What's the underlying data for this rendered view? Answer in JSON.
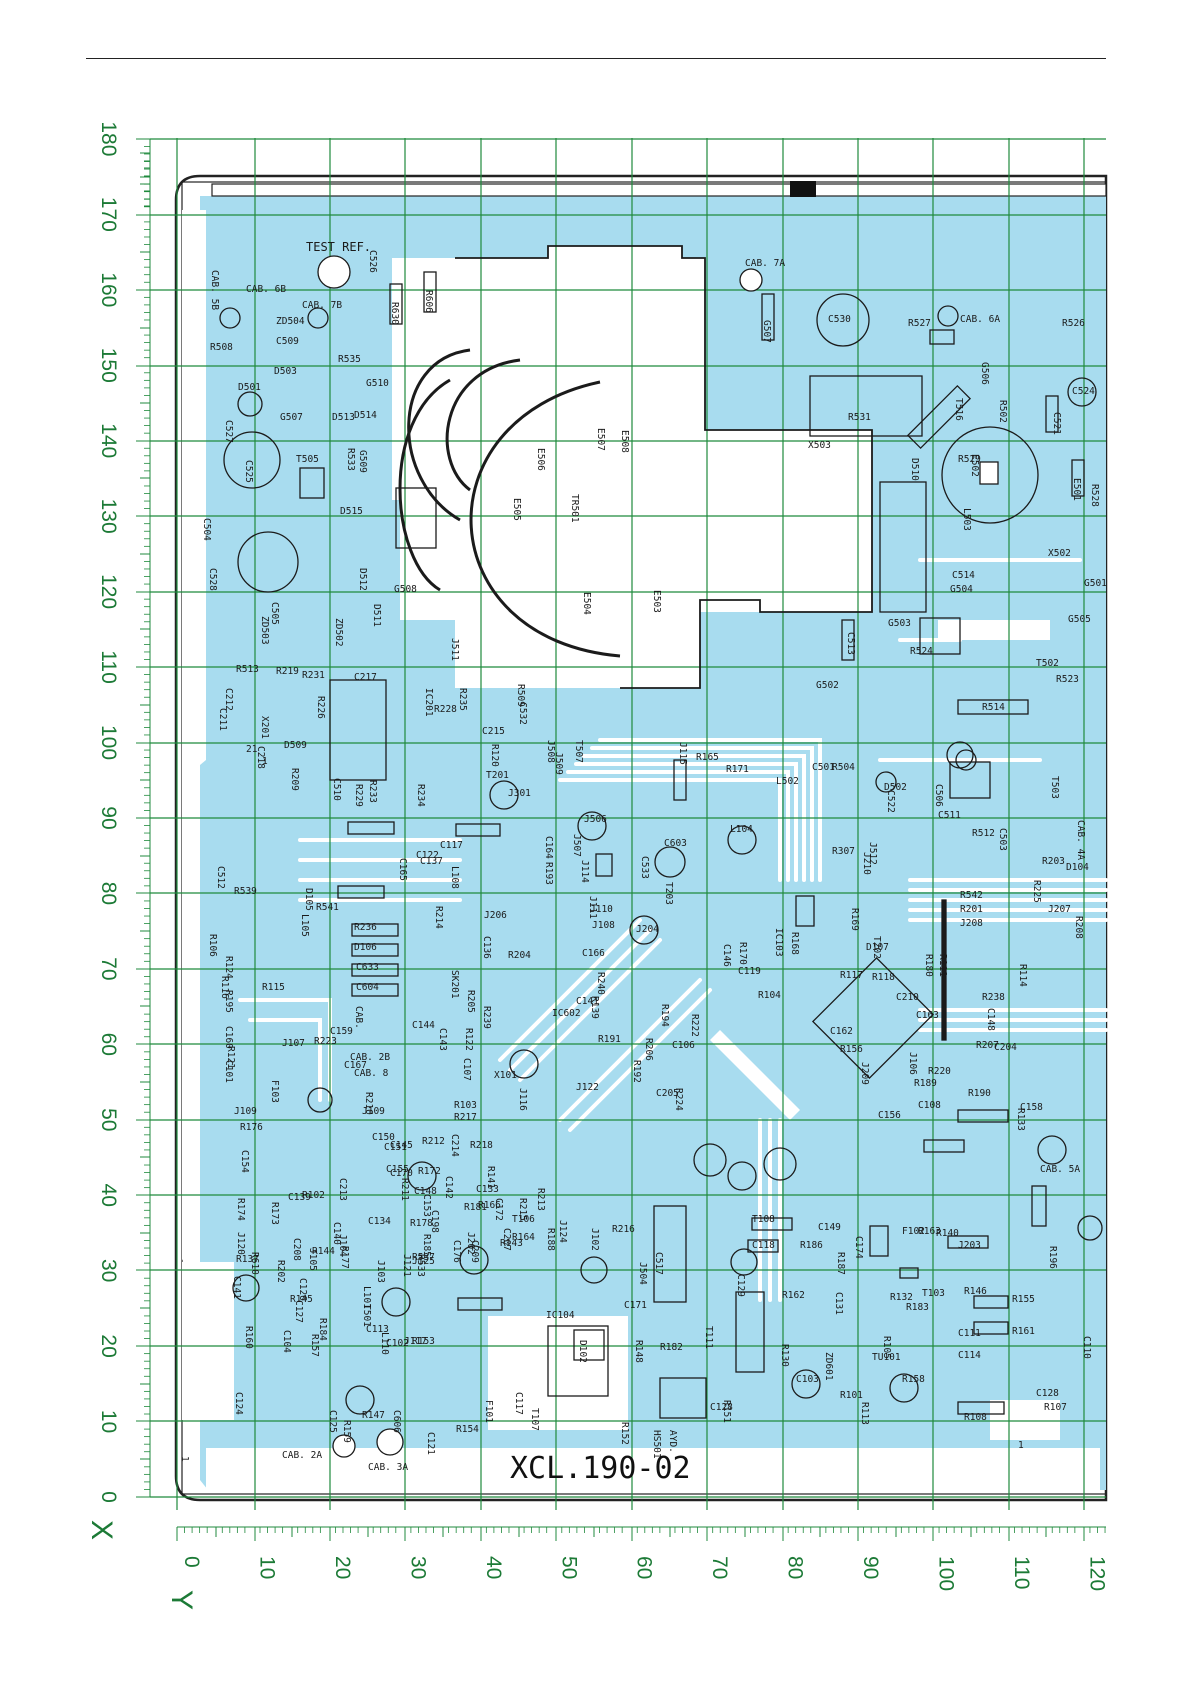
{
  "axes": {
    "x_label": "X",
    "y_label": "Y",
    "x_ticks": [
      "0",
      "10",
      "20",
      "30",
      "40",
      "50",
      "60",
      "70",
      "80",
      "90",
      "100",
      "110",
      "120",
      "130",
      "140",
      "150",
      "160",
      "170",
      "180"
    ],
    "y_ticks": [
      "0",
      "10",
      "20",
      "30",
      "40",
      "50",
      "60",
      "70",
      "80",
      "90",
      "100",
      "110",
      "120"
    ]
  },
  "board": {
    "code": "XCL.190-02",
    "test_ref": "TEST REF.",
    "colors": {
      "copper": "#a8dcef",
      "grid": "#1f8a3c",
      "outline": "#222222",
      "paper": "#ffffff"
    }
  },
  "labels": [
    {
      "t": "CAB. 5B"
    },
    {
      "t": "CAB. 6B"
    },
    {
      "t": "CAB. 7B"
    },
    {
      "t": "CAB. 7A"
    },
    {
      "t": "CAB. 6A"
    },
    {
      "t": "CAB. 2A"
    },
    {
      "t": "CAB. 3A"
    },
    {
      "t": "CAB. 5A"
    },
    {
      "t": "CAB. 4A"
    },
    {
      "t": "CAB. 2B"
    },
    {
      "t": "CAB. 8"
    },
    {
      "t": "CAB."
    },
    {
      "t": "C526"
    },
    {
      "t": "R630"
    },
    {
      "t": "R606"
    },
    {
      "t": "R508"
    },
    {
      "t": "ZD504"
    },
    {
      "t": "C509"
    },
    {
      "t": "D503"
    },
    {
      "t": "R535"
    },
    {
      "t": "G510"
    },
    {
      "t": "D501"
    },
    {
      "t": "G507"
    },
    {
      "t": "D513"
    },
    {
      "t": "D514"
    },
    {
      "t": "C527"
    },
    {
      "t": "C525"
    },
    {
      "t": "T505"
    },
    {
      "t": "R533"
    },
    {
      "t": "G509"
    },
    {
      "t": "D515"
    },
    {
      "t": "C504"
    },
    {
      "t": "C528"
    },
    {
      "t": "D512"
    },
    {
      "t": "G508"
    },
    {
      "t": "C505"
    },
    {
      "t": "ZD502"
    },
    {
      "t": "ZD503"
    },
    {
      "t": "D511"
    },
    {
      "t": "J511"
    },
    {
      "t": "E506"
    },
    {
      "t": "E507"
    },
    {
      "t": "E508"
    },
    {
      "t": "E505"
    },
    {
      "t": "TR501"
    },
    {
      "t": "E504"
    },
    {
      "t": "E503"
    },
    {
      "t": "C530"
    },
    {
      "t": "R527"
    },
    {
      "t": "G507"
    },
    {
      "t": "R531"
    },
    {
      "t": "X503"
    },
    {
      "t": "G506"
    },
    {
      "t": "T516"
    },
    {
      "t": "R502"
    },
    {
      "t": "R526"
    },
    {
      "t": "C524"
    },
    {
      "t": "C521"
    },
    {
      "t": "R529"
    },
    {
      "t": "E502"
    },
    {
      "t": "L503"
    },
    {
      "t": "E501"
    },
    {
      "t": "R528"
    },
    {
      "t": "D510"
    },
    {
      "t": "X502"
    },
    {
      "t": "C514"
    },
    {
      "t": "G504"
    },
    {
      "t": "G501"
    },
    {
      "t": "G503"
    },
    {
      "t": "G505"
    },
    {
      "t": "C513"
    },
    {
      "t": "R524"
    },
    {
      "t": "T502"
    },
    {
      "t": "G502"
    },
    {
      "t": "R523"
    },
    {
      "t": "R514"
    },
    {
      "t": "R513"
    },
    {
      "t": "R219"
    },
    {
      "t": "R231"
    },
    {
      "t": "C212"
    },
    {
      "t": "C211"
    },
    {
      "t": "X201"
    },
    {
      "t": "C218"
    },
    {
      "t": "R226"
    },
    {
      "t": "C217"
    },
    {
      "t": "IC201"
    },
    {
      "t": "R228"
    },
    {
      "t": "R235"
    },
    {
      "t": "R509"
    },
    {
      "t": "C532"
    },
    {
      "t": "D509"
    },
    {
      "t": "R209"
    },
    {
      "t": "C215"
    },
    {
      "t": "R120"
    },
    {
      "t": "T507"
    },
    {
      "t": "J508"
    },
    {
      "t": "J509"
    },
    {
      "t": "J115"
    },
    {
      "t": "R165"
    },
    {
      "t": "R171"
    },
    {
      "t": "C501"
    },
    {
      "t": "R504"
    },
    {
      "t": "D502"
    },
    {
      "t": "C506"
    },
    {
      "t": "T503"
    },
    {
      "t": "L502"
    },
    {
      "t": "C522"
    },
    {
      "t": "C511"
    },
    {
      "t": "R512"
    },
    {
      "t": "C503"
    },
    {
      "t": "C510"
    },
    {
      "t": "R229"
    },
    {
      "t": "R233"
    },
    {
      "t": "R234"
    },
    {
      "t": "T201"
    },
    {
      "t": "J301"
    },
    {
      "t": "C164"
    },
    {
      "t": "J506"
    },
    {
      "t": "J507"
    },
    {
      "t": "L104"
    },
    {
      "t": "R307"
    },
    {
      "t": "J210"
    },
    {
      "t": "J512"
    },
    {
      "t": "R203"
    },
    {
      "t": "R225"
    },
    {
      "t": "D104"
    },
    {
      "t": "C512"
    },
    {
      "t": "C117"
    },
    {
      "t": "C137"
    },
    {
      "t": "L108"
    },
    {
      "t": "R193"
    },
    {
      "t": "J114"
    },
    {
      "t": "C533"
    },
    {
      "t": "C603"
    },
    {
      "t": "R542"
    },
    {
      "t": "R201"
    },
    {
      "t": "J208"
    },
    {
      "t": "J207"
    },
    {
      "t": "R539"
    },
    {
      "t": "D105"
    },
    {
      "t": "L105"
    },
    {
      "t": "C122"
    },
    {
      "t": "C165"
    },
    {
      "t": "J111"
    },
    {
      "t": "J110"
    },
    {
      "t": "J108"
    },
    {
      "t": "R541"
    },
    {
      "t": "R214"
    },
    {
      "t": "R236"
    },
    {
      "t": "J206"
    },
    {
      "t": "J204"
    },
    {
      "t": "T203"
    },
    {
      "t": "R170"
    },
    {
      "t": "R168"
    },
    {
      "t": "R169"
    },
    {
      "t": "R208"
    },
    {
      "t": "R106"
    },
    {
      "t": "R124"
    },
    {
      "t": "D106"
    },
    {
      "t": "C136"
    },
    {
      "t": "C166"
    },
    {
      "t": "C146"
    },
    {
      "t": "IC103"
    },
    {
      "t": "T202"
    },
    {
      "t": "R114"
    },
    {
      "t": "R116"
    },
    {
      "t": "C633"
    },
    {
      "t": "SK201"
    },
    {
      "t": "R204"
    },
    {
      "t": "R240"
    },
    {
      "t": "D107"
    },
    {
      "t": "R180"
    },
    {
      "t": "R111"
    },
    {
      "t": "C119"
    },
    {
      "t": "R117"
    },
    {
      "t": "R195"
    },
    {
      "t": "R115"
    },
    {
      "t": "C604"
    },
    {
      "t": "R205"
    },
    {
      "t": "R239"
    },
    {
      "t": "C141"
    },
    {
      "t": "R139"
    },
    {
      "t": "R194"
    },
    {
      "t": "R104"
    },
    {
      "t": "R118"
    },
    {
      "t": "C210"
    },
    {
      "t": "R238"
    },
    {
      "t": "C160"
    },
    {
      "t": "C159"
    },
    {
      "t": "C144"
    },
    {
      "t": "C143"
    },
    {
      "t": "R122"
    },
    {
      "t": "IC602"
    },
    {
      "t": "R206"
    },
    {
      "t": "R222"
    },
    {
      "t": "C162"
    },
    {
      "t": "C163"
    },
    {
      "t": "C148"
    },
    {
      "t": "R121"
    },
    {
      "t": "J107"
    },
    {
      "t": "R223"
    },
    {
      "t": "R191"
    },
    {
      "t": "R192"
    },
    {
      "t": "C106"
    },
    {
      "t": "R156"
    },
    {
      "t": "J106"
    },
    {
      "t": "R207"
    },
    {
      "t": "R220"
    },
    {
      "t": "C204"
    },
    {
      "t": "J209"
    },
    {
      "t": "C101"
    },
    {
      "t": "F103"
    },
    {
      "t": "C167"
    },
    {
      "t": "C107"
    },
    {
      "t": "X101"
    },
    {
      "t": "J116"
    },
    {
      "t": "J122"
    },
    {
      "t": "C205"
    },
    {
      "t": "R224"
    },
    {
      "t": "R189"
    },
    {
      "t": "R190"
    },
    {
      "t": "C108"
    },
    {
      "t": "C156"
    },
    {
      "t": "C158"
    },
    {
      "t": "R133"
    },
    {
      "t": "J109"
    },
    {
      "t": "R210"
    },
    {
      "t": "J109"
    },
    {
      "t": "R176"
    },
    {
      "t": "C154"
    },
    {
      "t": "R103"
    },
    {
      "t": "R217"
    },
    {
      "t": "R218"
    },
    {
      "t": "C214"
    },
    {
      "t": "R212"
    },
    {
      "t": "R172"
    },
    {
      "t": "C145"
    },
    {
      "t": "C142"
    },
    {
      "t": "C150"
    },
    {
      "t": "C151"
    },
    {
      "t": "C155"
    },
    {
      "t": "C148"
    },
    {
      "t": "C133"
    },
    {
      "t": "R141"
    },
    {
      "t": "C172"
    },
    {
      "t": "R166"
    },
    {
      "t": "R215"
    },
    {
      "t": "R213"
    },
    {
      "t": "R181"
    },
    {
      "t": "J202"
    },
    {
      "t": "C170"
    },
    {
      "t": "C153"
    },
    {
      "t": "R174"
    },
    {
      "t": "R173"
    },
    {
      "t": "C139"
    },
    {
      "t": "R102"
    },
    {
      "t": "J105"
    },
    {
      "t": "J104"
    },
    {
      "t": "C208"
    },
    {
      "t": "R202"
    },
    {
      "t": "C213"
    },
    {
      "t": "R211"
    },
    {
      "t": "C198"
    },
    {
      "t": "R178"
    },
    {
      "t": "R177"
    },
    {
      "t": "C134"
    },
    {
      "t": "C140"
    },
    {
      "t": "J120"
    },
    {
      "t": "R144"
    },
    {
      "t": "J103"
    },
    {
      "t": "R533"
    },
    {
      "t": "R537"
    },
    {
      "t": "C209"
    },
    {
      "t": "C207"
    },
    {
      "t": "R188"
    },
    {
      "t": "J124"
    },
    {
      "t": "J125"
    },
    {
      "t": "J121"
    },
    {
      "t": "R185"
    },
    {
      "t": "C176"
    },
    {
      "t": "R164"
    },
    {
      "t": "R143"
    },
    {
      "t": "T106"
    },
    {
      "t": "J102"
    },
    {
      "t": "R216"
    },
    {
      "t": "T108"
    },
    {
      "t": "C149"
    },
    {
      "t": "C174"
    },
    {
      "t": "F102"
    },
    {
      "t": "R163"
    },
    {
      "t": "R140"
    },
    {
      "t": "R137"
    },
    {
      "t": "R610"
    },
    {
      "t": "C517"
    },
    {
      "t": "C118"
    },
    {
      "t": "R186"
    },
    {
      "t": "R187"
    },
    {
      "t": "J203"
    },
    {
      "t": "R196"
    },
    {
      "t": "C141"
    },
    {
      "t": "C126"
    },
    {
      "t": "C127"
    },
    {
      "t": "R145"
    },
    {
      "t": "L101"
    },
    {
      "t": "T501"
    },
    {
      "t": "J504"
    },
    {
      "t": "C129"
    },
    {
      "t": "R162"
    },
    {
      "t": "C131"
    },
    {
      "t": "R132"
    },
    {
      "t": "R183"
    },
    {
      "t": "T103"
    },
    {
      "t": "R146"
    },
    {
      "t": "R155"
    },
    {
      "t": "R160"
    },
    {
      "t": "C104"
    },
    {
      "t": "R157"
    },
    {
      "t": "R184"
    },
    {
      "t": "C113"
    },
    {
      "t": "C102"
    },
    {
      "t": "L110"
    },
    {
      "t": "J117"
    },
    {
      "t": "IC104"
    },
    {
      "t": "C171"
    },
    {
      "t": "T111"
    },
    {
      "t": "R130"
    },
    {
      "t": "R105"
    },
    {
      "t": "C111"
    },
    {
      "t": "R161"
    },
    {
      "t": "C110"
    },
    {
      "t": "R153"
    },
    {
      "t": "D102"
    },
    {
      "t": "R148"
    },
    {
      "t": "R182"
    },
    {
      "t": "ZD601"
    },
    {
      "t": "TU101"
    },
    {
      "t": "C114"
    },
    {
      "t": "C124"
    },
    {
      "t": "C117"
    },
    {
      "t": "C103"
    },
    {
      "t": "R158"
    },
    {
      "t": "C128"
    },
    {
      "t": "C125"
    },
    {
      "t": "R159"
    },
    {
      "t": "R147"
    },
    {
      "t": "C606"
    },
    {
      "t": "F101"
    },
    {
      "t": "T107"
    },
    {
      "t": "C128"
    },
    {
      "t": "R151"
    },
    {
      "t": "R101"
    },
    {
      "t": "R113"
    },
    {
      "t": "R107"
    },
    {
      "t": "R108"
    },
    {
      "t": "C121"
    },
    {
      "t": "R154"
    },
    {
      "t": "R152"
    },
    {
      "t": "HS501"
    },
    {
      "t": "AYD."
    },
    {
      "t": "1"
    },
    {
      "t": "1"
    },
    {
      "t": "1"
    },
    {
      "t": "21"
    }
  ]
}
